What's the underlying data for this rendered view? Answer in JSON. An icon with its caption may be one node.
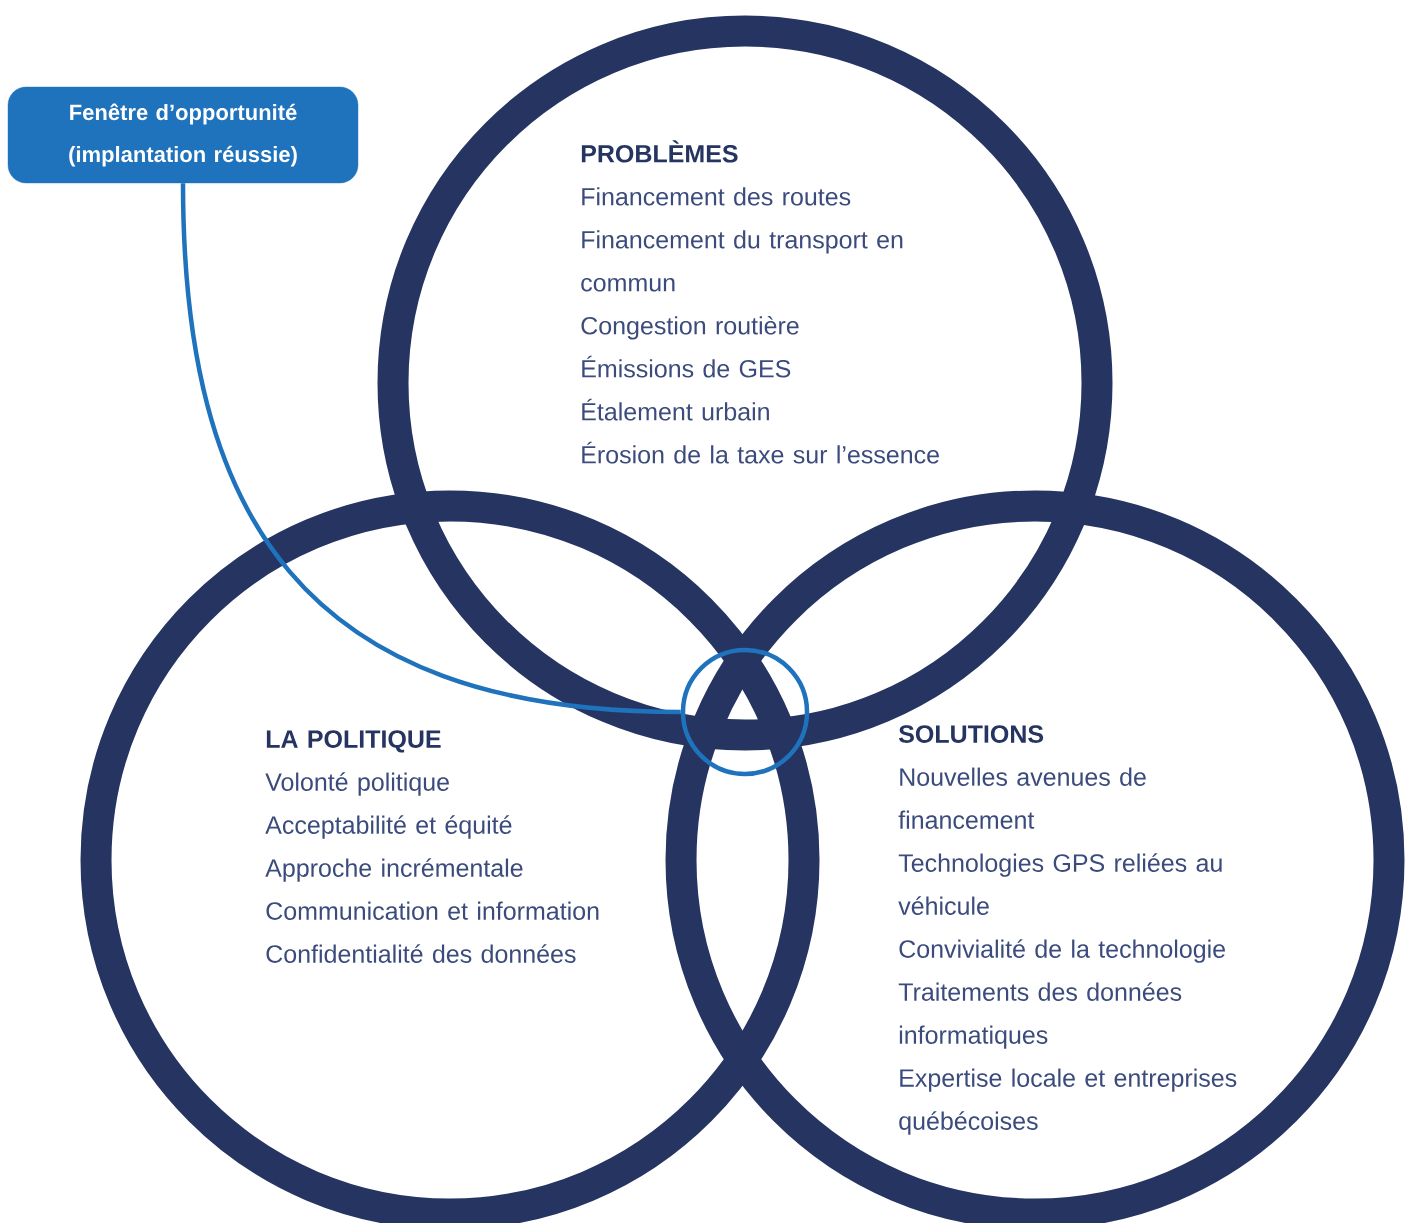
{
  "diagram": {
    "nodes": [
      {
        "text": [
          "PROBLÈMES",
          "Financement des routes",
          "Financement du transport en commun",
          "Congestion routière",
          "Émissions de GES",
          "Étalement urbain",
          "Érosion de la taxe sur l’essence"
        ]
      },
      {
        "text": [
          "LA POLITIQUE",
          "Volonté politique",
          "Acceptabilité et équité",
          "Approche incrémentale",
          "Communication et information",
          "Confidentialité des données"
        ]
      },
      {
        "text": [
          "SOLUTIONS",
          "Nouvelles avenues de financement",
          "Technologies GPS reliées au véhicule",
          "Convivialité de la technologie",
          "Traitements des données informatiques",
          "Expertise locale et entreprises québécoises"
        ]
      },
      {
        "text": [
          "Fenêtre d’opportunité (implantation réussie)"
        ]
      },
      {
        "text": [],
        "shape": "circle"
      }
    ],
    "edges": [
      {
        "from": 3,
        "to": 4,
        "arrow": "none",
        "color": "#1f72bc"
      }
    ]
  }
}
